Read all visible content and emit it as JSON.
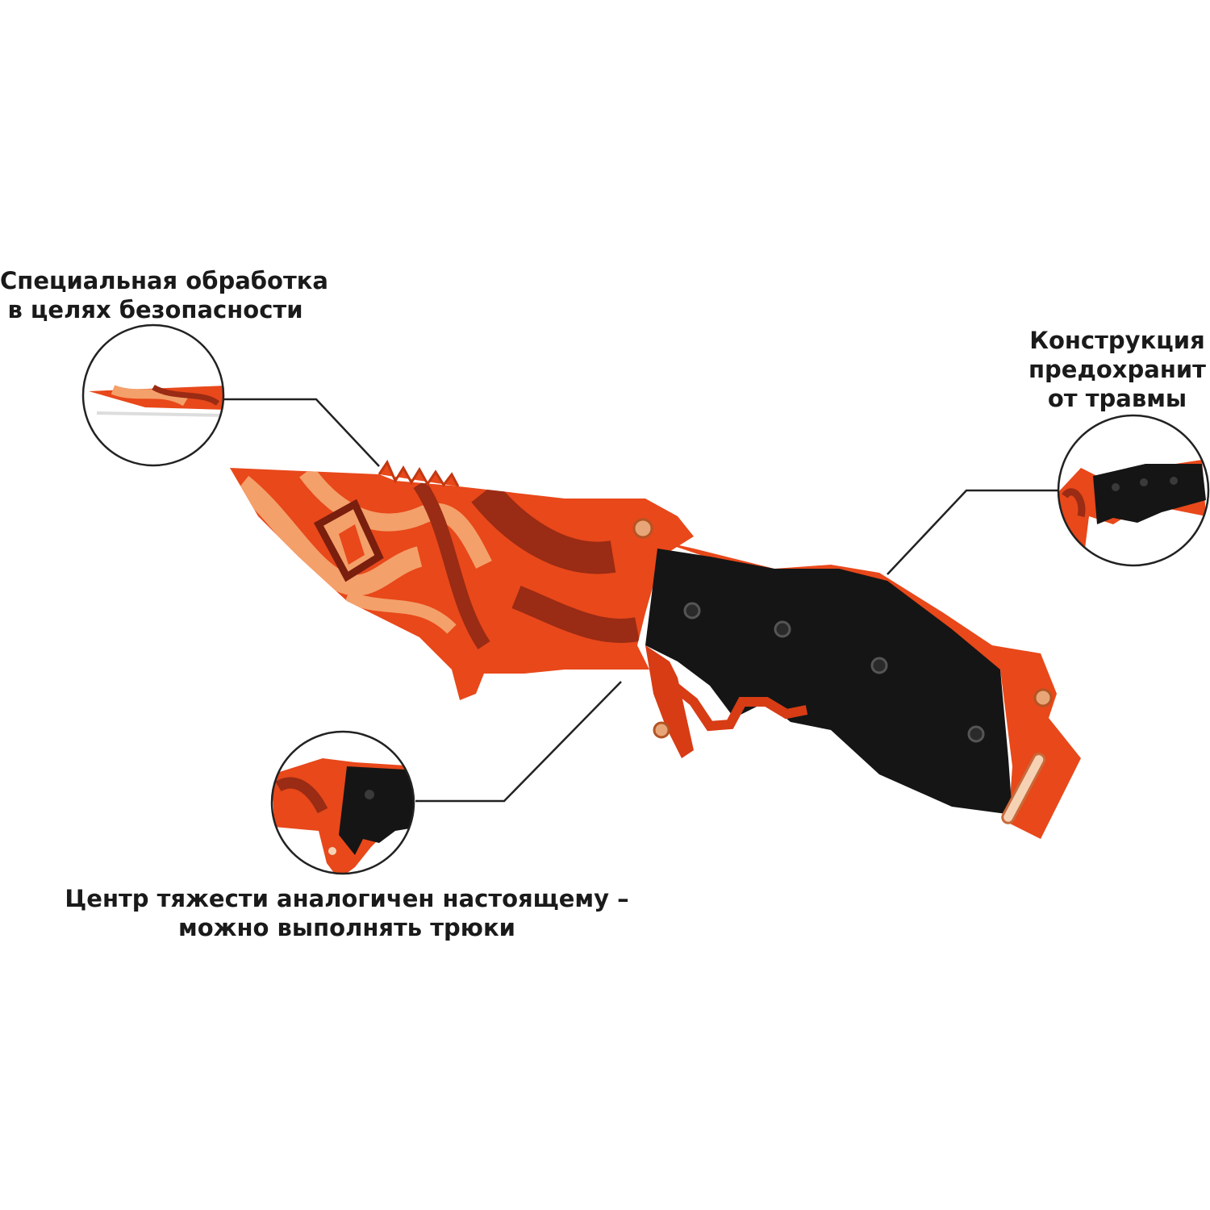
{
  "callouts": {
    "top_left": {
      "line1": "Специальная обработка",
      "line2": "в целях безопасности"
    },
    "top_right": {
      "line1": "Конструкция",
      "line2": "предохранит",
      "line3": "от травмы"
    },
    "bottom": {
      "line1": "Центр тяжести аналогичен настоящему –",
      "line2": "можно выполнять трюки"
    }
  },
  "colors": {
    "blade_orange": "#e8481a",
    "blade_light": "#f4a06a",
    "blade_dark": "#9a2b14",
    "handle_black": "#151515",
    "leader_line": "#222222"
  }
}
